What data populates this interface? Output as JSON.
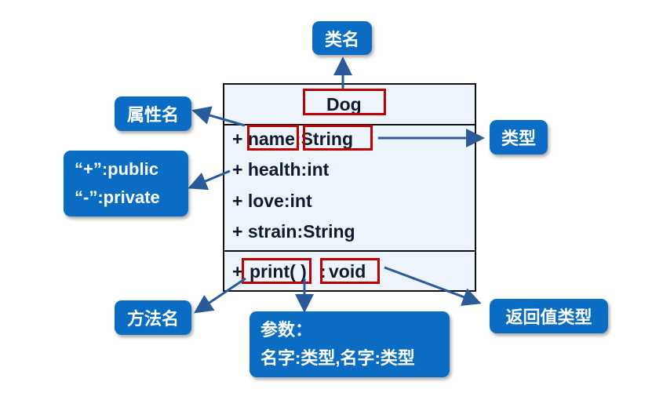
{
  "class_box": {
    "class_name": "Dog",
    "attributes": [
      {
        "visibility": "+",
        "name": "name",
        "type": "String"
      },
      {
        "visibility": "+",
        "name": "health",
        "type": "int"
      },
      {
        "visibility": "+",
        "name": "love",
        "type": "int"
      },
      {
        "visibility": "+",
        "name": "strain",
        "type": "String"
      }
    ],
    "attribute_lines": [
      "+ name:String",
      "+ health:int",
      "+ love:int",
      "+ strain:String"
    ],
    "method_line": {
      "prefix": "+",
      "name": "print( )",
      "sep": ":",
      "return_type": "void"
    }
  },
  "callouts": {
    "class_name": "类名",
    "attribute_name": "属性名",
    "type": "类型",
    "visibility_public": "“+”:public",
    "visibility_private": "“-”:private",
    "method_name": "方法名",
    "params_title": "参数：",
    "params_format": "名字:类型,名字:类型",
    "return_type": "返回值类型"
  },
  "colors": {
    "callout_bg": "#0a6cc2",
    "highlight_border": "#c00000",
    "arrow": "#2a5a9a",
    "box_bg": "#eef4fb"
  }
}
